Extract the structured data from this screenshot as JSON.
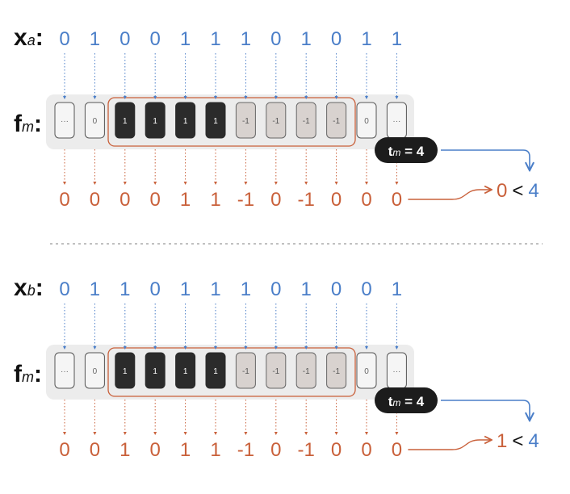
{
  "colors": {
    "blue": "#4a7ec8",
    "orange": "#c9603a",
    "dark_cell": "#2b2b2b",
    "neg_cell": "#d8d2cf",
    "pad_cell": "#f5f5f5",
    "tray": "#ececec",
    "pill": "#1c1c1c"
  },
  "panels": [
    {
      "id": "a",
      "x_label_main": "x",
      "x_label_sub": "a",
      "x_values": [
        "0",
        "1",
        "0",
        "0",
        "1",
        "1",
        "1",
        "0",
        "1",
        "0",
        "1",
        "1"
      ],
      "f_label_main": "f",
      "f_label_sub": "m",
      "filter_cells": [
        "···",
        "0",
        "1",
        "1",
        "1",
        "1",
        "-1",
        "-1",
        "-1",
        "-1",
        "0",
        "···"
      ],
      "products": [
        "0",
        "0",
        "0",
        "0",
        "1",
        "1",
        "-1",
        "0",
        "-1",
        "0",
        "0",
        "0"
      ],
      "threshold_main": "t",
      "threshold_sub": "m",
      "threshold_rest": " = 4",
      "result_value": "0",
      "result_op": "<",
      "result_threshold": "4"
    },
    {
      "id": "b",
      "x_label_main": "x",
      "x_label_sub": "b",
      "x_values": [
        "0",
        "1",
        "1",
        "0",
        "1",
        "1",
        "1",
        "0",
        "1",
        "0",
        "0",
        "1"
      ],
      "f_label_main": "f",
      "f_label_sub": "m",
      "filter_cells": [
        "···",
        "0",
        "1",
        "1",
        "1",
        "1",
        "-1",
        "-1",
        "-1",
        "-1",
        "0",
        "···"
      ],
      "products": [
        "0",
        "0",
        "1",
        "0",
        "1",
        "1",
        "-1",
        "0",
        "-1",
        "0",
        "0",
        "0"
      ],
      "threshold_main": "t",
      "threshold_sub": "m",
      "threshold_rest": " = 4",
      "result_value": "1",
      "result_op": "<",
      "result_threshold": "4"
    }
  ]
}
